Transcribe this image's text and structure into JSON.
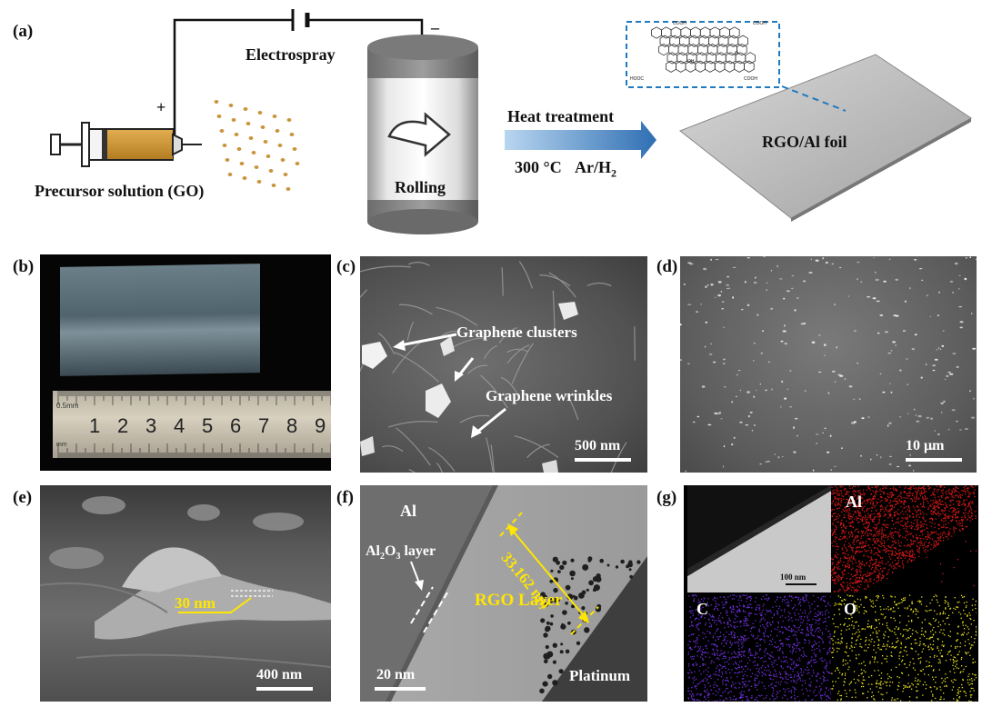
{
  "figure": {
    "panels": {
      "a": {
        "label": "(a)",
        "electrospray": "Electrospray",
        "plus": "+",
        "minus": "–",
        "precursor": "Precursor solution (GO)",
        "rolling": "Rolling",
        "heat": "Heat treatment",
        "temp": "300 °C",
        "gas": "Ar/H",
        "gas_sub": "2",
        "foil": "RGO/Al foil",
        "mol_labels": {
          "cooh1": "COOH",
          "cooh2": "COOH",
          "oh": "OH",
          "o": "O",
          "hooc": "HOOC",
          "cooh3": "COOH"
        }
      },
      "b": {
        "label": "(b)",
        "ruler_numbers": [
          "1",
          "2",
          "3",
          "4",
          "5",
          "6",
          "7",
          "8",
          "9"
        ],
        "ruler_unit": "0.5mm",
        "ruler_unit2": "mm"
      },
      "c": {
        "label": "(c)",
        "clusters": "Graphene clusters",
        "wrinkles": "Graphene wrinkles",
        "scale": "500 nm"
      },
      "d": {
        "label": "(d)",
        "scale": "10 μm"
      },
      "e": {
        "label": "(e)",
        "thickness": "30 nm",
        "scale": "400 nm"
      },
      "f": {
        "label": "(f)",
        "al": "Al",
        "oxide_pre": "Al",
        "oxide_sub1": "2",
        "oxide_mid": "O",
        "oxide_sub2": "3",
        "oxide_post": " layer",
        "rgo": "RGO Layer",
        "measure": "33.162 nm",
        "platinum": "Platinum",
        "scale": "20 nm"
      },
      "g": {
        "label": "(g)",
        "al": "Al",
        "c": "C",
        "o": "O",
        "scale": "100 nm"
      }
    },
    "colors": {
      "arrow_blue": "#2f6fb3",
      "dash_blue": "#1f7ac0",
      "highlight": "#ffe600",
      "map_al": "#d01818",
      "map_c": "#6a2fd6",
      "map_o": "#e6e020"
    }
  }
}
